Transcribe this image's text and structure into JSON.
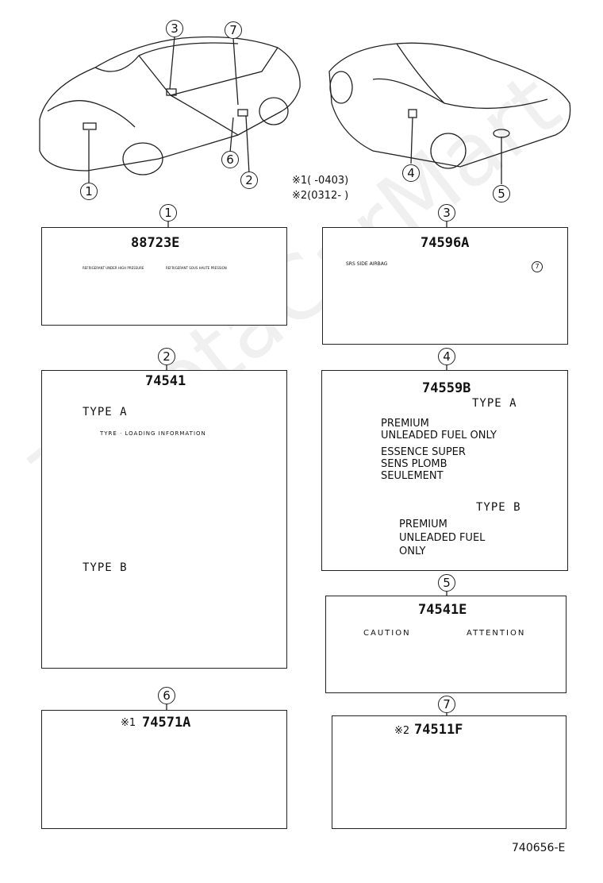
{
  "callouts": {
    "c1": "1",
    "c2": "2",
    "c3": "3",
    "c4": "4",
    "c5": "5",
    "c6": "6",
    "c7": "7"
  },
  "notes": {
    "note1": "※1(       -0403)",
    "note2": "※2(0312-       )"
  },
  "labels": {
    "l1": {
      "part": "88723E",
      "left_title": "REFRIGERANT UNDER HIGH PRESSURE",
      "right_title": "REFRIGERANT SOUS HAUTE PRESSION"
    },
    "l2": {
      "part": "74541",
      "type_a": "TYPE A",
      "type_b": "TYPE B",
      "tyre_title": "TYRE · LOADING INFORMATION"
    },
    "l3": {
      "part": "74596A",
      "srs_title": "SRS SIDE AIRBAG",
      "badge": "7"
    },
    "l4": {
      "part": "74559B",
      "type_a": "TYPE A",
      "type_b": "TYPE B",
      "a_lines": [
        "PREMIUM",
        "UNLEADED FUEL ONLY",
        "ESSENCE SUPER",
        "SENS PLOMB",
        "SEULEMENT"
      ],
      "b_lines": [
        "PREMIUM",
        "UNLEADED FUEL",
        "ONLY"
      ]
    },
    "l5": {
      "part": "74541E",
      "caution": "CAUTION",
      "attention": "ATTENTION"
    },
    "l6": {
      "prefix": "※1",
      "part": "74571A"
    },
    "l7": {
      "prefix": "※2",
      "part": "74511F"
    }
  },
  "diagram_code": "740656-E",
  "watermark": "ToyotaCarMart"
}
